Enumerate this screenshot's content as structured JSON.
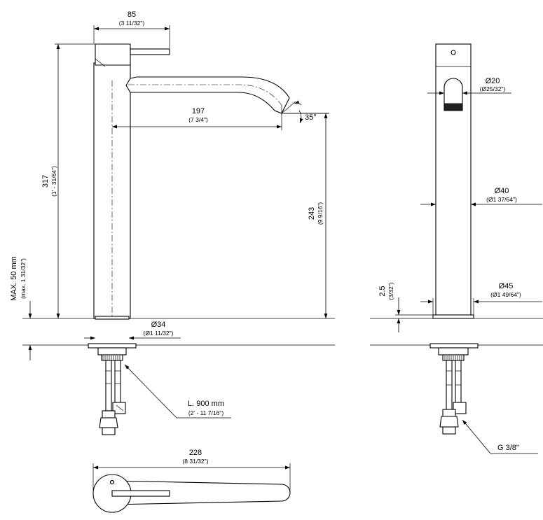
{
  "dimensions": {
    "width_85": {
      "value": "85",
      "inch": "(3 11/32\")"
    },
    "height_317": {
      "value": "317",
      "inch": "(1' - 31/64\")"
    },
    "reach_197": {
      "value": "197",
      "inch": "(7 3/4\")"
    },
    "angle_35": {
      "value": "35°"
    },
    "height_243": {
      "value": "243",
      "inch": "(9 9/16\")"
    },
    "max_50": {
      "value": "MAX. 50 mm",
      "inch": "(max. 1 31/32\")"
    },
    "dia_34": {
      "value": "Ø34",
      "inch": "(Ø1 11/32\")"
    },
    "hose_length": {
      "value": "L. 900 mm",
      "inch": "(2' - 11 7/16\")"
    },
    "length_228": {
      "value": "228",
      "inch": "(8 31/32\")"
    },
    "dia_20": {
      "value": "Ø20",
      "inch": "(Ø25/32\")"
    },
    "dia_40": {
      "value": "Ø40",
      "inch": "(Ø1 37/64\")"
    },
    "dia_45": {
      "value": "Ø45",
      "inch": "(Ø1 49/64\")"
    },
    "thick_25": {
      "value": "2.5",
      "inch": "(3/32\")"
    },
    "thread": {
      "value": "G 3/8\""
    }
  },
  "colors": {
    "line": "#000000",
    "background": "#ffffff"
  }
}
